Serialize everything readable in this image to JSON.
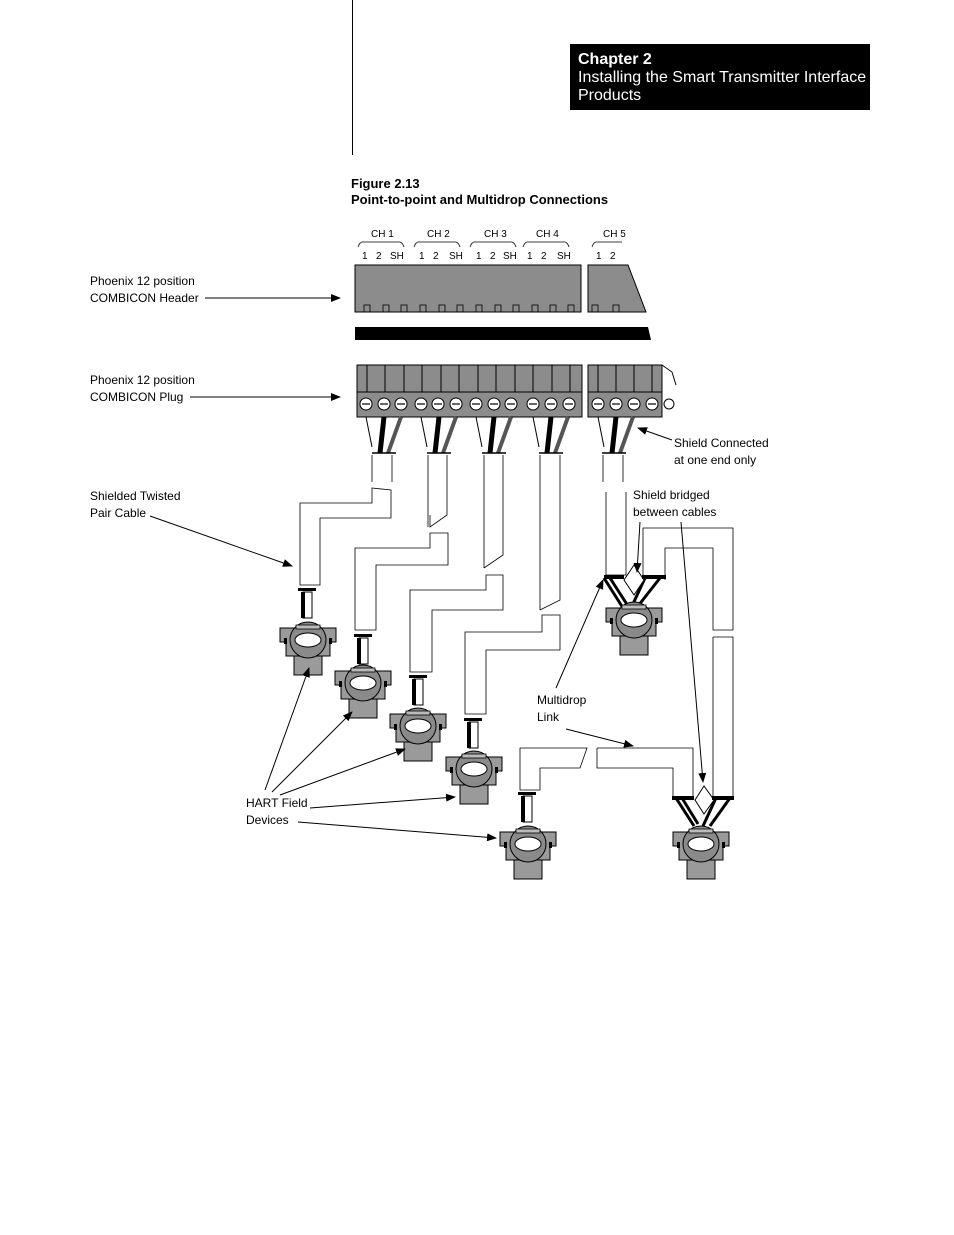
{
  "header": {
    "chapter_label": "Chapter 2",
    "chapter_title": "Installing the Smart Transmitter Interface Products"
  },
  "figure": {
    "number": "Figure 2.13",
    "title": "Point-to-point and Multidrop Connections"
  },
  "channels": [
    {
      "label": "CH 1",
      "pins": [
        "1",
        "2",
        "SH"
      ]
    },
    {
      "label": "CH 2",
      "pins": [
        "1",
        "2",
        "SH"
      ]
    },
    {
      "label": "CH 3",
      "pins": [
        "1",
        "2",
        "SH"
      ]
    },
    {
      "label": "CH 4",
      "pins": [
        "1",
        "2",
        "SH"
      ]
    },
    {
      "label": "CH 5",
      "pins": [
        "1",
        "2"
      ]
    }
  ],
  "callouts": {
    "header_label": "Phoenix 12 position\nCOMBICON Header",
    "plug_label": "Phoenix 12 position\nCOMBICON Plug",
    "shield_one_end": "Shield Connected\nat one end only",
    "shielded_cable": "Shielded Twisted\nPair Cable",
    "shield_bridged": "Shield bridged\nbetween cables",
    "multidrop_link": "Multidrop\nLink",
    "hart_devices": "HART Field\nDevices"
  },
  "colors": {
    "connector_gray": "#8c8c8c",
    "device_gray": "#9a9a9a"
  }
}
